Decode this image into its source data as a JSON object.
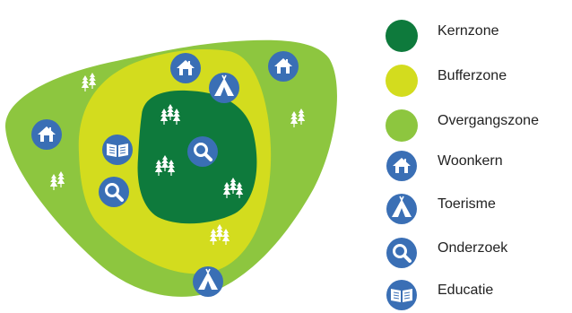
{
  "colors": {
    "kernzone": "#0e7a3c",
    "bufferzone": "#d3dc1e",
    "overgangszone": "#8dc63f",
    "icon_circle": "#3a6fb5",
    "tree": "#ffffff"
  },
  "legend": {
    "items": [
      {
        "key": "kernzone",
        "label": "Kernzone",
        "kind": "swatch"
      },
      {
        "key": "bufferzone",
        "label": "Bufferzone",
        "kind": "swatch"
      },
      {
        "key": "overgangszone",
        "label": "Overgangszone",
        "kind": "swatch"
      },
      {
        "key": "woonkern",
        "label": "Woonkern",
        "kind": "icon",
        "icon": "house-icon"
      },
      {
        "key": "toerisme",
        "label": "Toerisme",
        "kind": "icon",
        "icon": "tent-icon"
      },
      {
        "key": "onderzoek",
        "label": "Onderzoek",
        "kind": "icon",
        "icon": "magnifier-icon"
      },
      {
        "key": "educatie",
        "label": "Educatie",
        "kind": "icon",
        "icon": "book-icon"
      }
    ]
  }
}
